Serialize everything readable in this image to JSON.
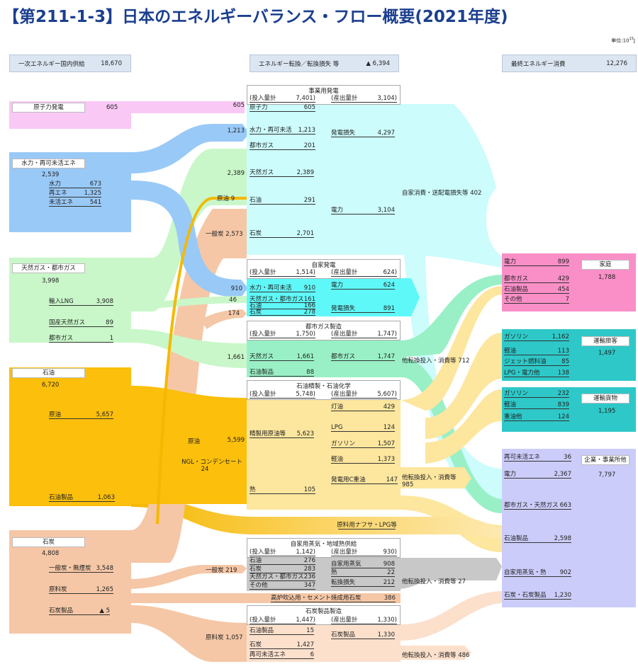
{
  "title": "【第211-1-3】日本のエネルギーバランス・フロー概要(2021年度)",
  "unit": {
    "base": "単位:10",
    "exp": "15",
    "suffix": "J"
  },
  "headers": {
    "primary": {
      "label": "一次エネルギー国内供給",
      "value": "18,670"
    },
    "conversion": {
      "label": "エネルギー転換／転換損失 等",
      "value": "▲ 6,394"
    },
    "final": {
      "label": "最終エネルギー消費",
      "value": "12,276"
    }
  },
  "primary": {
    "nuclear": {
      "label": "原子力発電",
      "value": "605"
    },
    "hydro": {
      "label": "水力・再可未活エネ",
      "total": "2,539",
      "items": [
        {
          "label": "水力",
          "value": "673"
        },
        {
          "label": "再エネ",
          "value": "1,325"
        },
        {
          "label": "未活エネ",
          "value": "541"
        }
      ]
    },
    "gas": {
      "label": "天然ガス・都市ガス",
      "total": "3,998",
      "items": [
        {
          "label": "輸入LNG",
          "value": "3,908"
        },
        {
          "label": "国産天然ガス",
          "value": "89"
        },
        {
          "label": "都市ガス",
          "value": "1"
        }
      ]
    },
    "oil": {
      "label": "石油",
      "total": "6,720",
      "items": [
        {
          "label": "原油",
          "value": "5,657"
        },
        {
          "label": "石油製品",
          "value": "1,063"
        }
      ]
    },
    "coal": {
      "label": "石炭",
      "total": "4,808",
      "items": [
        {
          "label": "一般炭・無煙炭",
          "value": "3,548"
        },
        {
          "label": "原料炭",
          "value": "1,265"
        },
        {
          "label": "石炭製品",
          "value": "▲ 5"
        }
      ]
    }
  },
  "flows": {
    "nuclear": "605",
    "hydro_util": "1,213",
    "gas_util": "2,389",
    "crude_util": {
      "label": "原油",
      "value": "9"
    },
    "coal_util": {
      "label": "一般炭",
      "value": "2,573"
    },
    "hydro_auto": "910",
    "gas_auto": "46",
    "coal_auto": "174",
    "gas_city": "1,661",
    "crude_ref": {
      "label": "原油",
      "value": "5,599"
    },
    "ngl": {
      "label": "NGL・コンデンセート",
      "value": "24"
    },
    "coal_steam": {
      "label": "一般炭",
      "value": "219"
    },
    "coking": {
      "label": "原料炭",
      "value": "1,057"
    },
    "util_loss": "自家消費・送配電損失等 402",
    "city_other": "他転換投入・消費等 712",
    "ref_other": {
      "label": "他転換投入・消費等",
      "value": "985"
    },
    "steam_other": "他転換投入・消費等 27",
    "coke_other": "他転換投入・消費等 486"
  },
  "conversion": {
    "utility": {
      "title": "事業用発電",
      "in": {
        "label": "(投入量計",
        "value": "7,401)"
      },
      "out": {
        "label": "(産出量計",
        "value": "3,104)"
      },
      "inputs": [
        {
          "label": "原子力",
          "value": "605"
        },
        {
          "label": "水力・再可未活",
          "value": "1,213"
        },
        {
          "label": "都市ガス",
          "value": "201"
        },
        {
          "label": "天然ガス",
          "value": "2,389"
        },
        {
          "label": "石油",
          "value": "291"
        },
        {
          "label": "石炭",
          "value": "2,701"
        }
      ],
      "outputs": [
        {
          "label": "発電損失",
          "value": "4,297"
        },
        {
          "label": "電力",
          "value": "3,104"
        }
      ]
    },
    "autogen": {
      "title": "自家発電",
      "in": {
        "label": "(投入量計",
        "value": "1,514)"
      },
      "out": {
        "label": "(産出量計",
        "value": "624)"
      },
      "inputs": [
        {
          "label": "水力・再可未活",
          "value": "910"
        },
        {
          "label": "天然ガス・都市ガス",
          "value": "161"
        },
        {
          "label": "石油",
          "value": "166"
        },
        {
          "label": "石炭",
          "value": "278"
        }
      ],
      "outputs": [
        {
          "label": "電力",
          "value": "624"
        },
        {
          "label": "発電損失",
          "value": "891"
        }
      ]
    },
    "citygas": {
      "title": "都市ガス製造",
      "in": {
        "label": "(投入量計",
        "value": "1,750)"
      },
      "out": {
        "label": "(産出量計",
        "value": "1,747)"
      },
      "inputs": [
        {
          "label": "天然ガス",
          "value": "1,661"
        },
        {
          "label": "石油製品",
          "value": "88"
        }
      ],
      "outputs": [
        {
          "label": "都市ガス",
          "value": "1,747"
        }
      ]
    },
    "refining": {
      "title": "石油精製・石油化学",
      "in": {
        "label": "(投入量計",
        "value": "5,748)"
      },
      "out": {
        "label": "(産出量計",
        "value": "5,607)"
      },
      "inputs": [
        {
          "label": "精製用原油等",
          "value": "5,623"
        },
        {
          "label": "熱",
          "value": "105"
        }
      ],
      "outputs": [
        {
          "label": "灯油",
          "value": "429"
        },
        {
          "label": "LPG",
          "value": "124"
        },
        {
          "label": "ガソリン",
          "value": "1,507"
        },
        {
          "label": "軽油",
          "value": "1,373"
        },
        {
          "label": "発電用C重油",
          "value": "147"
        }
      ]
    },
    "naphtha": "原料用ナフサ・LPG等",
    "steam": {
      "title": "自家用蒸気・地域熱供給",
      "in": {
        "label": "(投入量計",
        "value": "1,142)"
      },
      "out": {
        "label": "(産出量計",
        "value": "930)"
      },
      "inputs": [
        {
          "label": "石油",
          "value": "276"
        },
        {
          "label": "石炭",
          "value": "283"
        },
        {
          "label": "天然ガス・都市ガス",
          "value": "236"
        },
        {
          "label": "その他",
          "value": "347"
        }
      ],
      "outputs": [
        {
          "label": "自家用蒸気",
          "value": "908"
        },
        {
          "label": "熱",
          "value": "22"
        },
        {
          "label": "転換損失",
          "value": "212"
        }
      ]
    },
    "blast": {
      "label": "高炉吹込用・セメント焼成用石炭",
      "value": "386"
    },
    "coke": {
      "title": "石炭製品製造",
      "in": {
        "label": "(投入量計",
        "value": "1,447)"
      },
      "out": {
        "label": "(産出量計",
        "value": "1,330)"
      },
      "inputs": [
        {
          "label": "石油製品",
          "value": "15"
        },
        {
          "label": "石炭",
          "value": "1,427"
        },
        {
          "label": "再可未活エネ",
          "value": "6"
        }
      ],
      "outputs": [
        {
          "label": "石炭製品",
          "value": "1,330"
        }
      ]
    }
  },
  "final": {
    "household": {
      "label": "家庭",
      "total": "1,788",
      "items": [
        {
          "label": "電力",
          "value": "899"
        },
        {
          "label": "都市ガス",
          "value": "429"
        },
        {
          "label": "石油製品",
          "value": "454"
        },
        {
          "label": "その他",
          "value": "7"
        }
      ]
    },
    "passenger": {
      "label": "運輸旅客",
      "total": "1,497",
      "items": [
        {
          "label": "ガソリン",
          "value": "1,162"
        },
        {
          "label": "軽油",
          "value": "113"
        },
        {
          "label": "ジェット燃料油",
          "value": "85"
        },
        {
          "label": "LPG・電力他",
          "value": "138"
        }
      ]
    },
    "freight": {
      "label": "運輸貨物",
      "total": "1,195",
      "items": [
        {
          "label": "ガソリン",
          "value": "232"
        },
        {
          "label": "軽油",
          "value": "839"
        },
        {
          "label": "重油他",
          "value": "124"
        }
      ]
    },
    "business": {
      "label": "企業・事業所他",
      "total": "7,797",
      "items": [
        {
          "label": "再可未活エネ",
          "value": "36"
        },
        {
          "label": "電力",
          "value": "2,367"
        },
        {
          "label": "都市ガス・天然ガス",
          "value": "663"
        },
        {
          "label": "石油製品",
          "value": "2,598"
        },
        {
          "label": "自家用蒸気・熱",
          "value": "902"
        },
        {
          "label": "石炭・石炭製品",
          "value": "1,230"
        }
      ]
    }
  },
  "colors": {
    "nuclear": "#f9c8f5",
    "hydro": "#99c9f7",
    "gas": "#c9f7c9",
    "oil": "#fbbf0c",
    "coal": "#f5c7a6",
    "utility": "#ccfcfc",
    "autogen": "#5ff8f8",
    "citygas": "#99f0c6",
    "refining": "#fde69e",
    "steam": "#c8c8c8",
    "household": "#fa8fc8",
    "transport": "#2ec8c8",
    "business": "#ccccfa"
  }
}
